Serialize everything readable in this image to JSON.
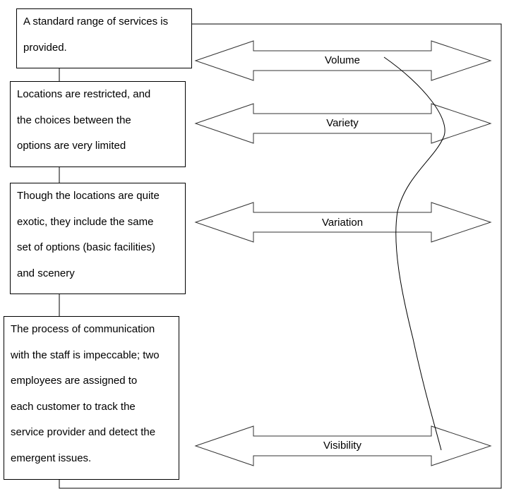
{
  "diagram": {
    "title": "",
    "boxes": [
      {
        "id": "standard-range",
        "lines": [
          "A standard range of services is",
          "provided."
        ]
      },
      {
        "id": "locations-restricted",
        "lines": [
          "Locations are restricted, and",
          "the choices between the",
          "options are very limited"
        ]
      },
      {
        "id": "exotic-locations",
        "lines": [
          "Though the locations are quite",
          "exotic, they include the same",
          "set of options (basic facilities)",
          "and scenery"
        ]
      },
      {
        "id": "communication-process",
        "lines": [
          "The process of communication",
          "with the staff is impeccable; two",
          "employees are assigned to",
          "each customer to track the",
          "service provider and detect the",
          "emergent issues."
        ]
      }
    ],
    "arrows": [
      {
        "id": "volume",
        "label": "Volume"
      },
      {
        "id": "variety",
        "label": "Variety"
      },
      {
        "id": "variation",
        "label": "Variation"
      },
      {
        "id": "visibility",
        "label": "Visibility"
      }
    ],
    "profile_curve": {
      "description": "Hand-drawn profile line crossing the four dimension arrows"
    },
    "colors": {
      "stroke": "#000000",
      "fill": "#ffffff",
      "arrow_stroke": "#333333"
    }
  }
}
